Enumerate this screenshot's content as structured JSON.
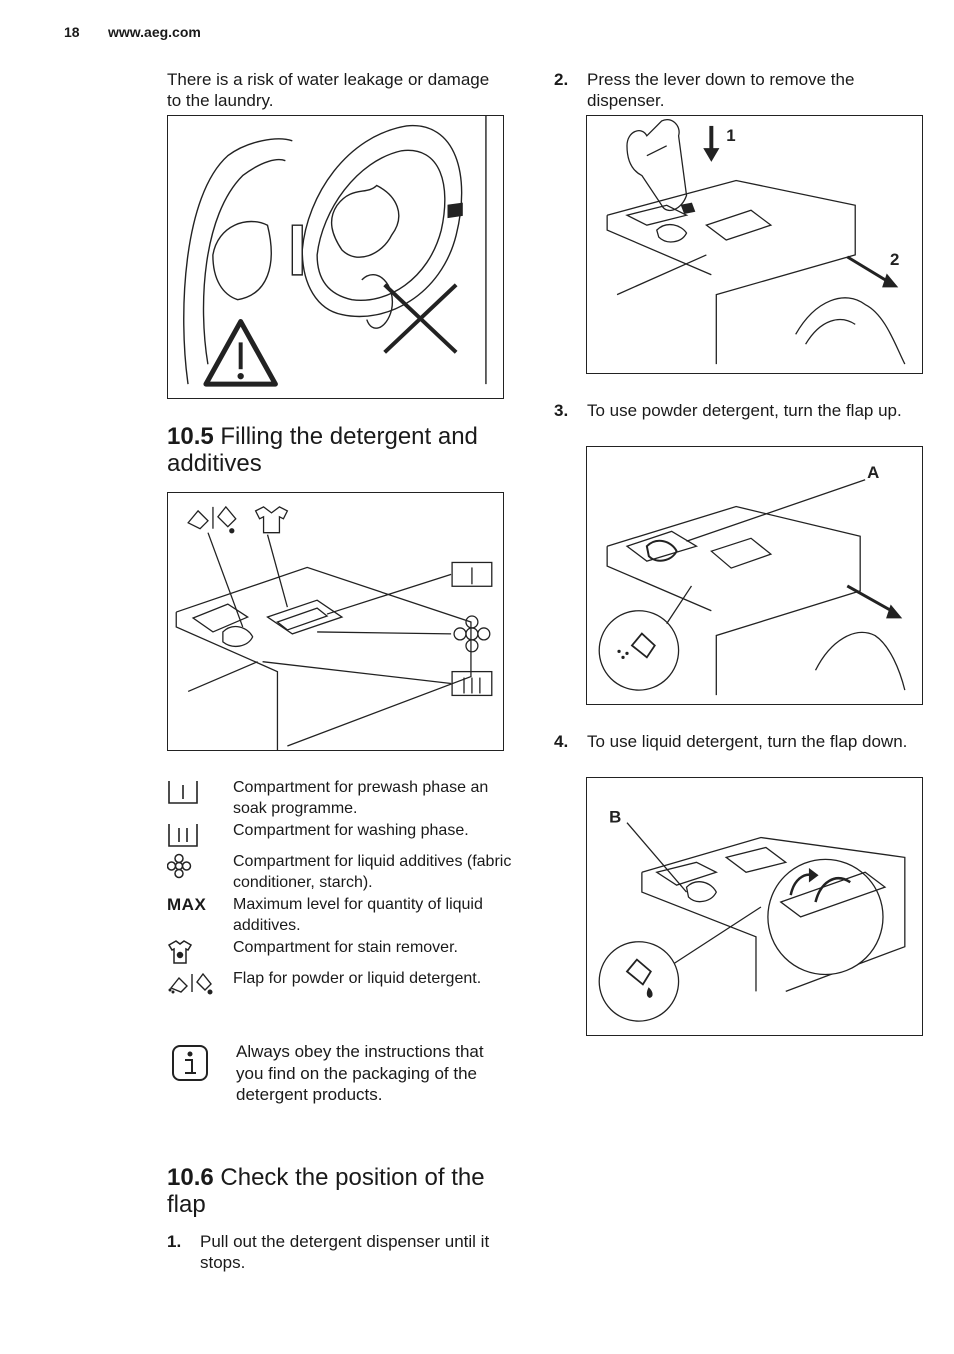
{
  "header": {
    "page_number": "18",
    "url": "www.aeg.com"
  },
  "left": {
    "intro": "There is a risk of water leakage or damage to the laundry.",
    "section_10_5": {
      "number": "10.5",
      "title": "Filling the detergent and additives"
    },
    "legend": [
      {
        "icon": "prewash-compartment-icon",
        "text": "Compartment for prewash phase an soak programme."
      },
      {
        "icon": "wash-compartment-icon",
        "text": "Compartment for washing phase."
      },
      {
        "icon": "flower-icon",
        "text": "Compartment for liquid additives (fabric conditioner, starch)."
      },
      {
        "icon": "max-label",
        "label": "MAX",
        "text": "Maximum level for quantity of liquid additives."
      },
      {
        "icon": "shirt-stain-icon",
        "text": "Compartment for stain remover."
      },
      {
        "icon": "powder-liquid-flap-icon",
        "text": "Flap for powder or liquid detergent."
      }
    ],
    "info_note": "Always obey the instructions that you find on the packaging of the detergent products.",
    "section_10_6": {
      "number": "10.6",
      "title": "Check the position of the flap"
    },
    "step1": {
      "num": "1.",
      "text": "Pull out the detergent dispenser until it stops."
    }
  },
  "right": {
    "step2": {
      "num": "2.",
      "text": "Press the lever down to remove the dispenser.",
      "label_1": "1",
      "label_2": "2"
    },
    "step3": {
      "num": "3.",
      "text": "To use powder detergent, turn the flap up.",
      "label_a": "A"
    },
    "step4": {
      "num": "4.",
      "text": "To use liquid detergent, turn the flap down.",
      "label_b": "B"
    }
  }
}
